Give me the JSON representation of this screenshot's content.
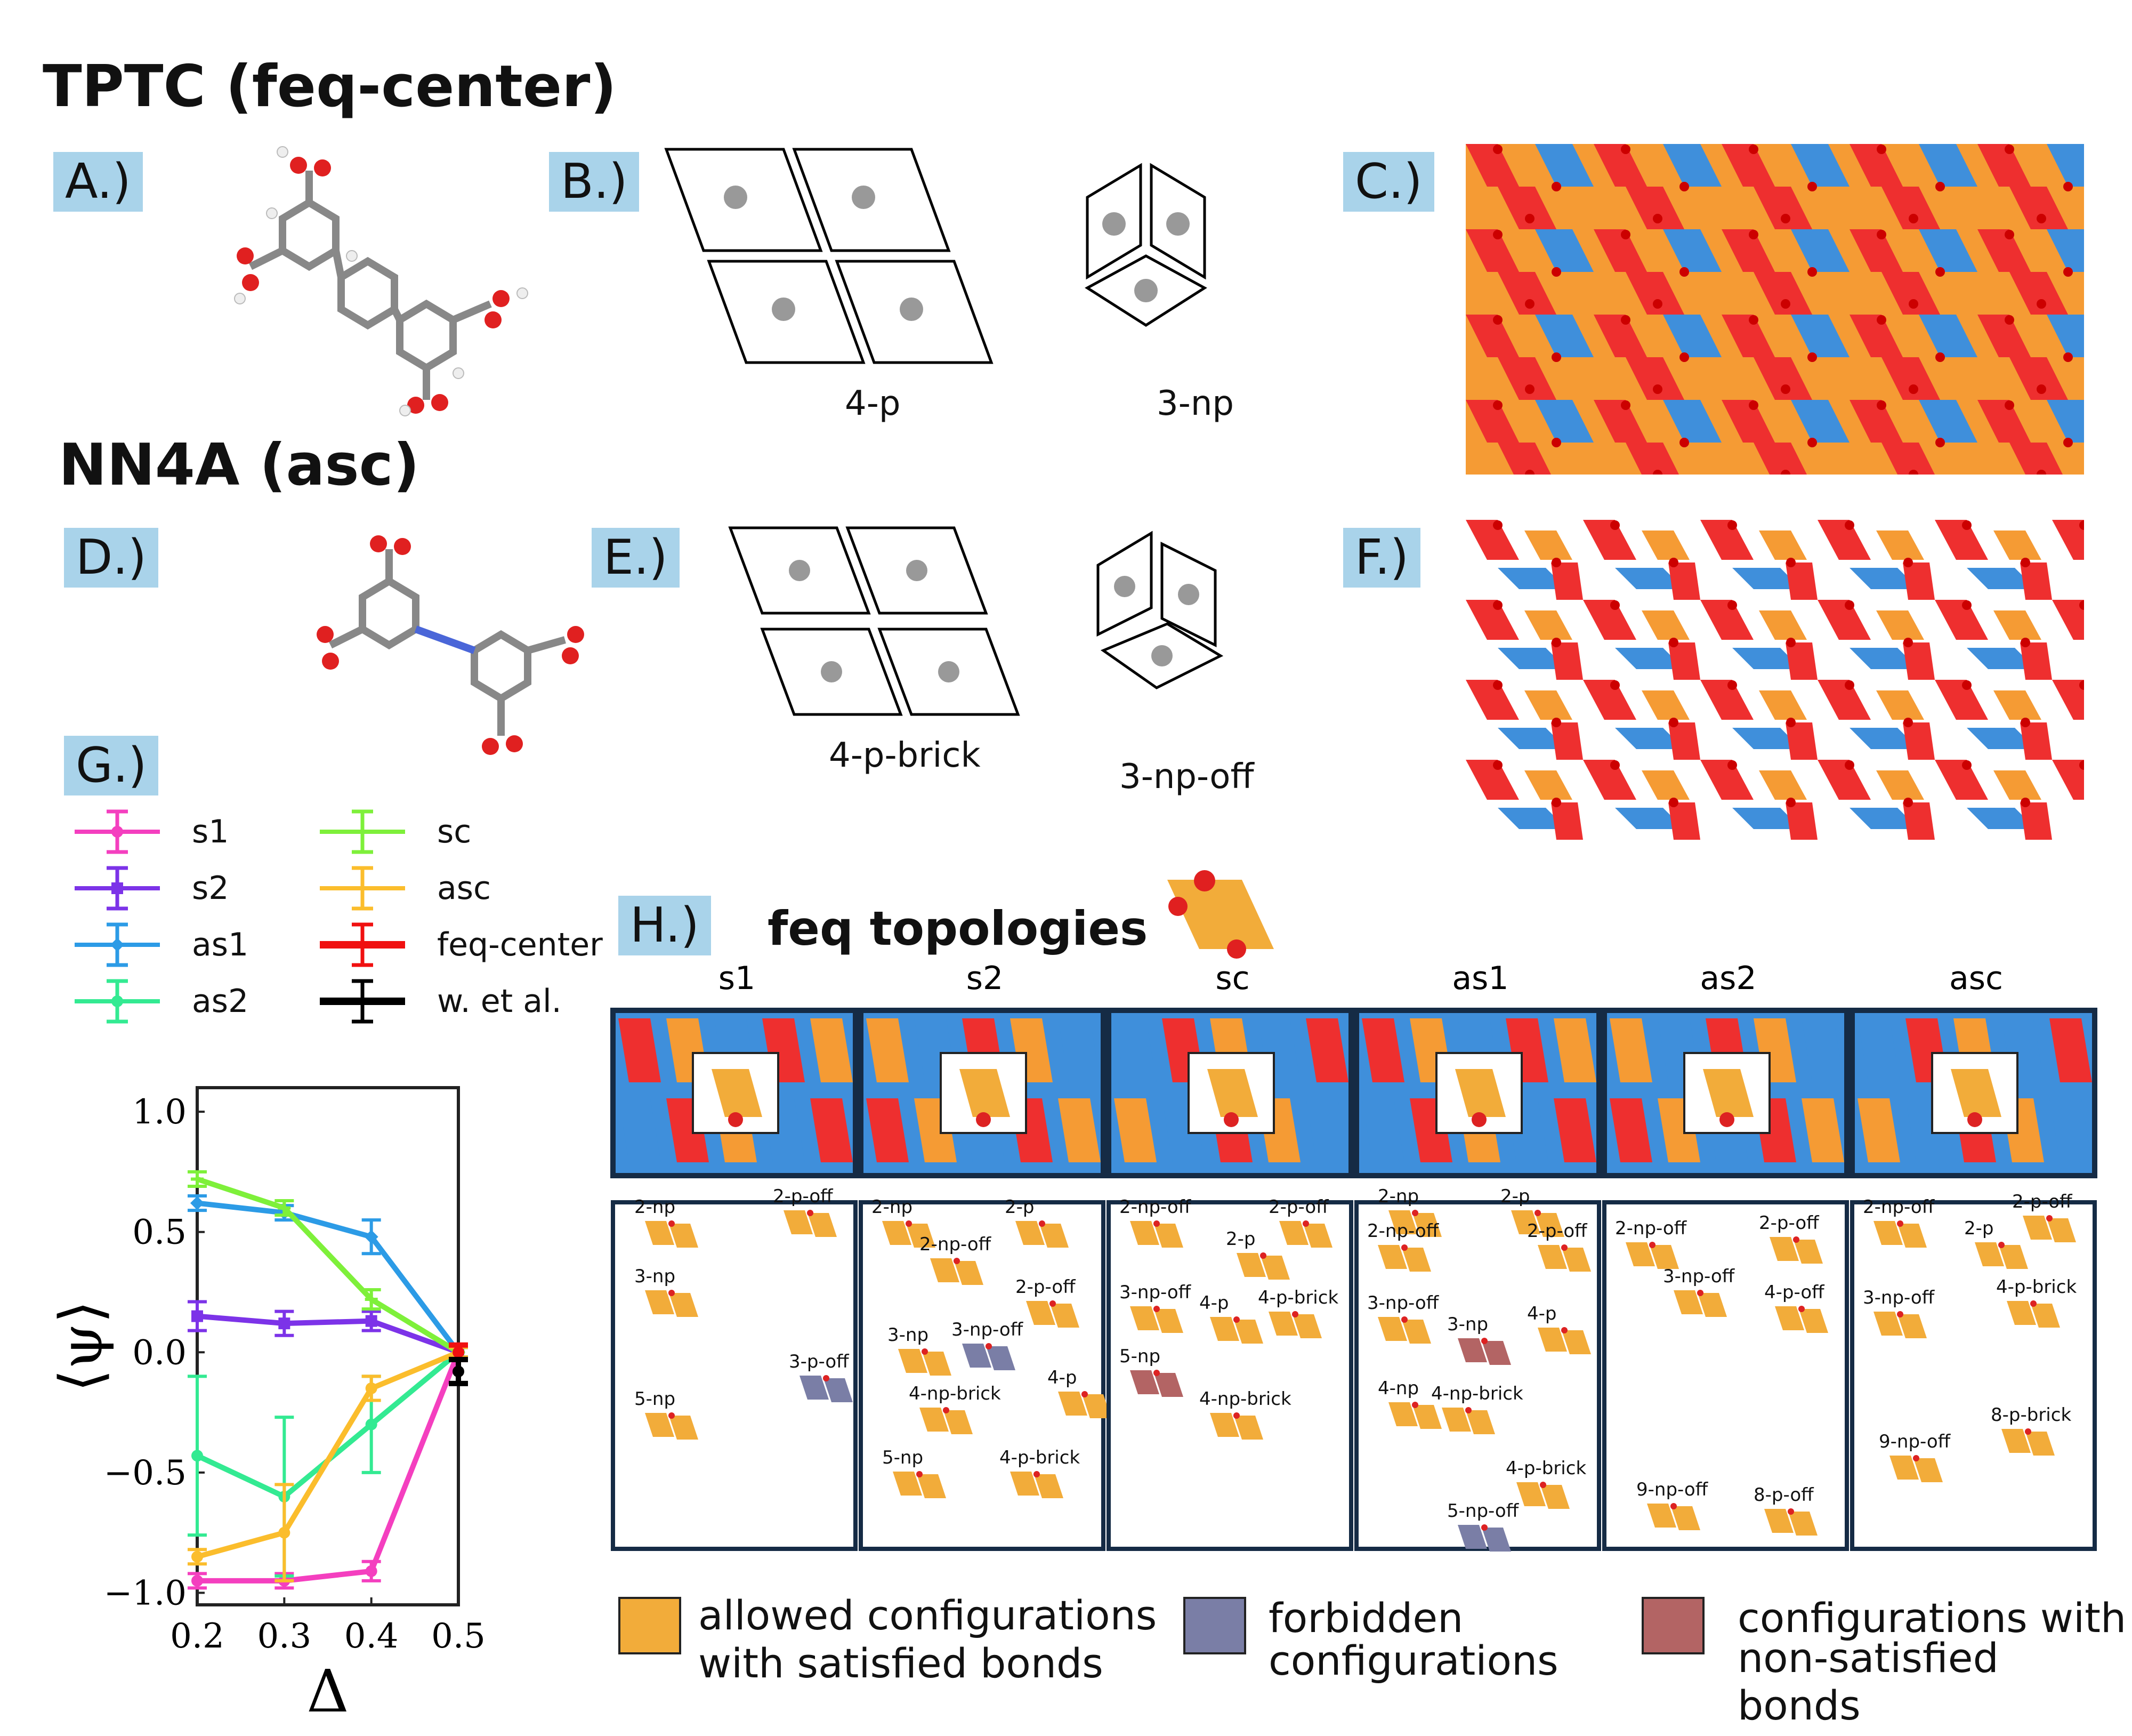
{
  "headings": {
    "tptc": "TPTC  (feq-center)",
    "nn4a": "NN4A (asc)"
  },
  "panel_labels": {
    "A": "A.)",
    "B": "B.)",
    "C": "C.)",
    "D": "D.)",
    "E": "E.)",
    "F": "F.)",
    "G": "G.)",
    "H": "H.)"
  },
  "captions": {
    "b_left": "4-p",
    "b_right": "3-np",
    "e_left": "4-p-brick",
    "e_right": "3-np-off"
  },
  "colors": {
    "red": "#ee2f2f",
    "orange": "#f59b34",
    "blue": "#3f8fdb",
    "allowed": "#f2ac3a",
    "forbidden": "#7a7ea6",
    "nonsat": "#b36464",
    "frame": "#152b45"
  },
  "legend": [
    {
      "name": "s1",
      "color": "#f43fbf",
      "marker": "dot"
    },
    {
      "name": "s2",
      "color": "#7c33e8",
      "marker": "square"
    },
    {
      "name": "as1",
      "color": "#2c9be6",
      "marker": "diamond"
    },
    {
      "name": "as2",
      "color": "#33ea92",
      "marker": "dot"
    },
    {
      "name": "sc",
      "color": "#7ef03a",
      "marker": "plus"
    },
    {
      "name": "asc",
      "color": "#fbbd2c",
      "marker": "none"
    },
    {
      "name": "feq-center",
      "color": "#f01010",
      "marker": "none"
    },
    {
      "name": "w.  et al.",
      "color": "#000000",
      "marker": "none"
    }
  ],
  "chart_data": {
    "type": "line",
    "xlabel": "Δ",
    "ylabel": "⟨ψ⟩",
    "x": [
      0.2,
      0.3,
      0.4,
      0.5
    ],
    "xticks": [
      "0.2",
      "0.3",
      "0.4",
      "0.5"
    ],
    "yticks": [
      "1.0",
      "0.5",
      "0.0",
      "−0.5",
      "−1.0"
    ],
    "xlim": [
      0.2,
      0.5
    ],
    "ylim": [
      -1.05,
      1.1
    ],
    "series": [
      {
        "name": "s1",
        "values": [
          -0.95,
          -0.95,
          -0.91,
          0.0
        ],
        "err": [
          0.03,
          0.03,
          0.04,
          0.02
        ]
      },
      {
        "name": "s2",
        "values": [
          0.15,
          0.12,
          0.13,
          0.0
        ],
        "err": [
          0.06,
          0.05,
          0.04,
          0.02
        ]
      },
      {
        "name": "as1",
        "values": [
          0.62,
          0.58,
          0.48,
          0.0
        ],
        "err": [
          0.03,
          0.03,
          0.07,
          0.02
        ]
      },
      {
        "name": "as2",
        "values": [
          -0.43,
          -0.6,
          -0.3,
          0.0
        ],
        "err": [
          0.33,
          0.33,
          0.2,
          0.02
        ]
      },
      {
        "name": "sc",
        "values": [
          0.72,
          0.6,
          0.22,
          0.0
        ],
        "err": [
          0.03,
          0.03,
          0.04,
          0.02
        ]
      },
      {
        "name": "asc",
        "values": [
          -0.85,
          -0.75,
          -0.15,
          0.0
        ],
        "err": [
          0.03,
          0.2,
          0.05,
          0.02
        ]
      },
      {
        "name": "feq-center",
        "values": [
          null,
          null,
          null,
          0.0
        ],
        "err": [
          0,
          0,
          0,
          0.03
        ]
      },
      {
        "name": "w.  et al.",
        "values": [
          null,
          null,
          null,
          -0.08
        ],
        "err": [
          0,
          0,
          0,
          0.05
        ]
      }
    ]
  },
  "h_title": "feq topologies",
  "topologies": [
    {
      "name": "s1",
      "labels": [
        "2-np",
        "2-p-off",
        "3-np",
        "3-p-off",
        "5-np"
      ]
    },
    {
      "name": "s2",
      "labels": [
        "2-np",
        "2-p",
        "2-np-off",
        "2-p-off",
        "3-np",
        "3-np-off",
        "4-p",
        "4-np-brick",
        "5-np",
        "4-p-brick"
      ]
    },
    {
      "name": "sc",
      "labels": [
        "2-np-off",
        "2-p-off",
        "2-p",
        "3-np-off",
        "4-p",
        "4-p-brick",
        "5-np",
        "4-np-brick"
      ]
    },
    {
      "name": "as1",
      "labels": [
        "2-np",
        "2-p",
        "2-np-off",
        "2-p-off",
        "3-np-off",
        "3-np",
        "4-p",
        "4-np",
        "4-np-brick",
        "4-p-brick",
        "5-np-off"
      ]
    },
    {
      "name": "as2",
      "labels": [
        "2-np-off",
        "2-p-off",
        "3-np-off",
        "4-p-off",
        "9-np-off",
        "8-p-off"
      ]
    },
    {
      "name": "asc",
      "labels": [
        "2-np-off",
        "2-p-off",
        "2-p",
        "3-np-off",
        "4-p-brick",
        "8-p-brick",
        "9-np-off"
      ]
    }
  ],
  "footer_legend": [
    {
      "text1": "allowed configurations",
      "text2": "with satisfied bonds",
      "color": "#f2ac3a"
    },
    {
      "text1": "forbidden",
      "text2": "configurations",
      "color": "#7a7ea6"
    },
    {
      "text1": "configurations with",
      "text2": "non-satisfied bonds",
      "color": "#b36464"
    }
  ]
}
